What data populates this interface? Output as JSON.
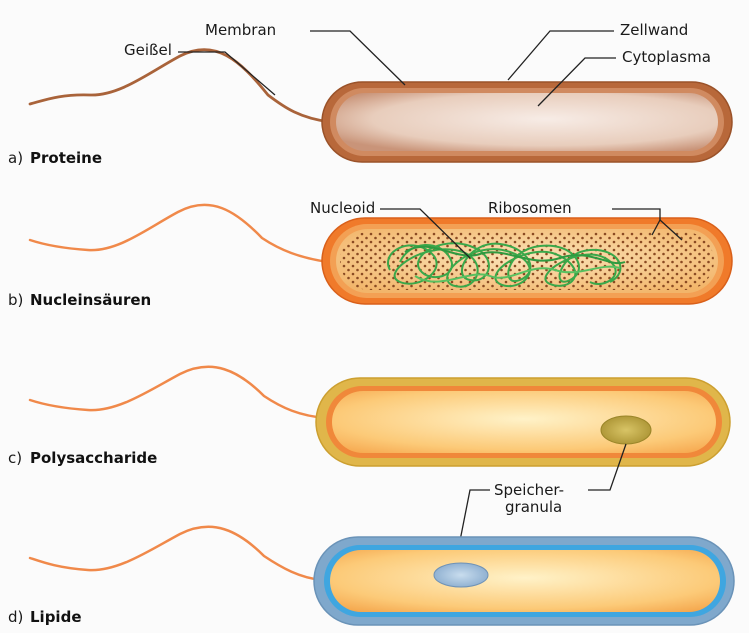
{
  "panels": [
    {
      "letter": "a)",
      "title": "Proteine",
      "highlight": "Proteine",
      "color": "#b8683a"
    },
    {
      "letter": "b)",
      "title": "Nucleinsäuren",
      "highlight": "Nucleinsäuren",
      "color": "#f07a2a"
    },
    {
      "letter": "c)",
      "title": "Polysaccharide",
      "highlight": "Polysaccharide",
      "color": "#e0b64a"
    },
    {
      "letter": "d)",
      "title": "Lipide",
      "highlight": "Lipide",
      "color": "#7fa8cc"
    }
  ],
  "labels": {
    "membran": "Membran",
    "geissel": "Geißel",
    "zellwand": "Zellwand",
    "cytoplasma": "Cytoplasma",
    "nucleoid": "Nucleoid",
    "ribosomen": "Ribosomen",
    "speicher_line1": "Speicher-",
    "speicher_line2": "granula"
  },
  "colors": {
    "background": "#fbfbfb",
    "text": "#1a1a1a",
    "nucleoid_dna": "#3aa84a",
    "ribosome_dots": "#8a4a22",
    "granule_polysaccharide": "#b7a13a",
    "granule_lipid": "#8fb3d6"
  }
}
